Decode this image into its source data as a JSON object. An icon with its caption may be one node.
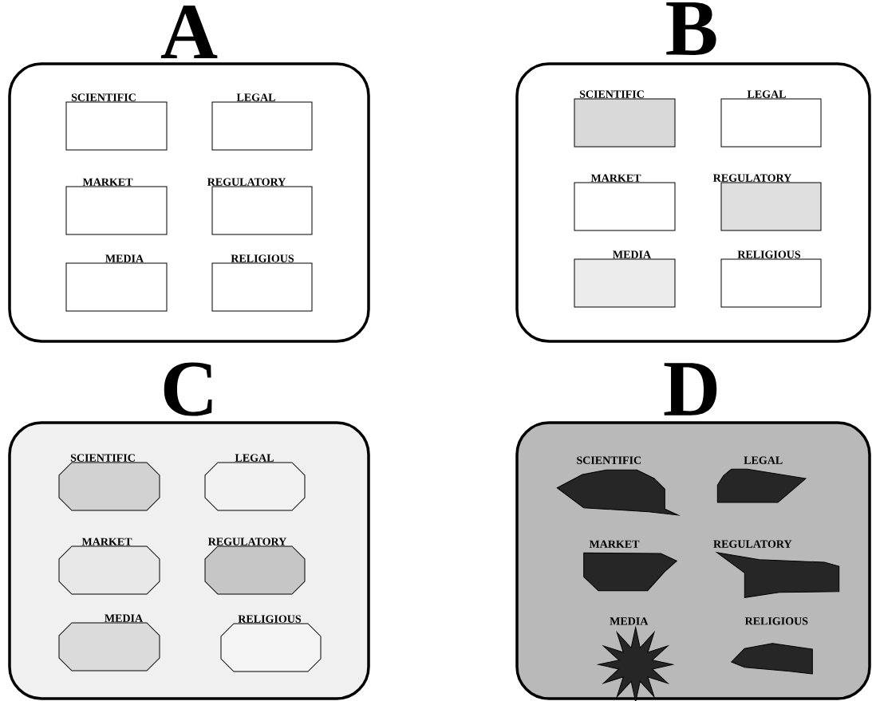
{
  "diagram": {
    "nodes": [
      {
        "text": [
          "A"
        ]
      },
      {
        "text": [
          "SCIENTIFIC"
        ],
        "in": 0
      },
      {
        "text": [
          "LEGAL"
        ],
        "in": 0
      },
      {
        "text": [
          "MARKET"
        ],
        "in": 0
      },
      {
        "text": [
          "REGULATORY"
        ],
        "in": 0
      },
      {
        "text": [
          "MEDIA"
        ],
        "in": 0
      },
      {
        "text": [
          "RELIGIOUS"
        ],
        "in": 0
      },
      {
        "text": [
          "B"
        ]
      },
      {
        "text": [
          "SCIENTIFIC"
        ],
        "in": 7
      },
      {
        "text": [
          "LEGAL"
        ],
        "in": 7
      },
      {
        "text": [
          "MARKET"
        ],
        "in": 7
      },
      {
        "text": [
          "REGULATORY"
        ],
        "in": 7
      },
      {
        "text": [
          "MEDIA"
        ],
        "in": 7
      },
      {
        "text": [
          "RELIGIOUS"
        ],
        "in": 7
      },
      {
        "text": [
          "C"
        ]
      },
      {
        "text": [
          "SCIENTIFIC"
        ],
        "in": 14
      },
      {
        "text": [
          "LEGAL"
        ],
        "in": 14
      },
      {
        "text": [
          "MARKET"
        ],
        "in": 14
      },
      {
        "text": [
          "REGULATORY"
        ],
        "in": 14
      },
      {
        "text": [
          "MEDIA"
        ],
        "in": 14
      },
      {
        "text": [
          "RELIGIOUS"
        ],
        "in": 14
      },
      {
        "text": [
          "D"
        ]
      },
      {
        "text": [
          "SCIENTIFIC"
        ],
        "in": 21
      },
      {
        "text": [
          "LEGAL"
        ],
        "in": 21
      },
      {
        "text": [
          "MARKET"
        ],
        "in": 21
      },
      {
        "text": [
          "REGULATORY"
        ],
        "in": 21
      },
      {
        "text": [
          "MEDIA"
        ],
        "in": 21
      },
      {
        "text": [
          "RELIGIOUS"
        ],
        "in": 21
      }
    ]
  }
}
